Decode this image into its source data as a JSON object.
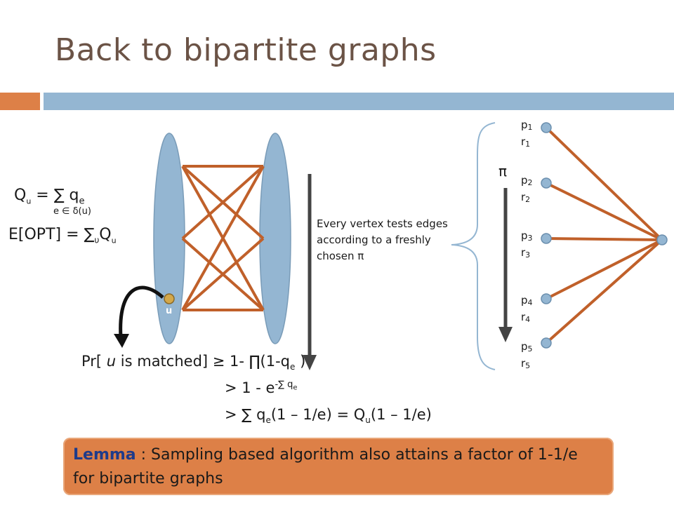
{
  "title": "Back to bipartite graphs",
  "formulas": {
    "qu_lhs": "Q",
    "qu_sub": "u",
    "qu_eq": " = ∑ q",
    "qu_e": "e",
    "qu_under": "e ∈ δ(u)",
    "eopt": "E[OPT] = ∑",
    "eopt_sub_sum": "υ",
    "eopt_q": "Q",
    "eopt_sub": "u"
  },
  "vertex_label": "u",
  "note": "Every vertex tests edges according to a freshly chosen π",
  "pi_label": "π",
  "right_labels": [
    {
      "p": "p",
      "pn": "1",
      "r": "r",
      "rn": "1"
    },
    {
      "p": "p",
      "pn": "2",
      "r": "r",
      "rn": "2"
    },
    {
      "p": "p",
      "pn": "3",
      "r": "r",
      "rn": "3"
    },
    {
      "p": "p",
      "pn": "4",
      "r": "r",
      "rn": "4"
    },
    {
      "p": "p",
      "pn": "5",
      "r": "r",
      "rn": "5"
    }
  ],
  "inequalities": {
    "line1_a": "Pr[ ",
    "line1_u": "u",
    "line1_b": " is matched] ≥ 1- ∏(1-q",
    "line1_e": "e",
    "line1_c": " )",
    "line2_a": "> 1 - e",
    "line2_sup": "-∑ q",
    "line2_sup_e": "e",
    "line3_a": "> ∑ q",
    "line3_e": "e",
    "line3_b": "(1 – 1/e) = Q",
    "line3_u": "u",
    "line3_c": "(1 – 1/e)"
  },
  "lemma": {
    "label": "Lemma",
    "text": " : Sampling based algorithm also attains a factor of 1-1/e for bipartite graphs"
  },
  "colors": {
    "title": "#6b5346",
    "orange": "#dd8047",
    "blue": "#94b6d2",
    "edge": "#c0602a",
    "ellipse": "#94b6d2",
    "vertex": "#d4a84a",
    "lemma_label": "#1f3b8a"
  }
}
